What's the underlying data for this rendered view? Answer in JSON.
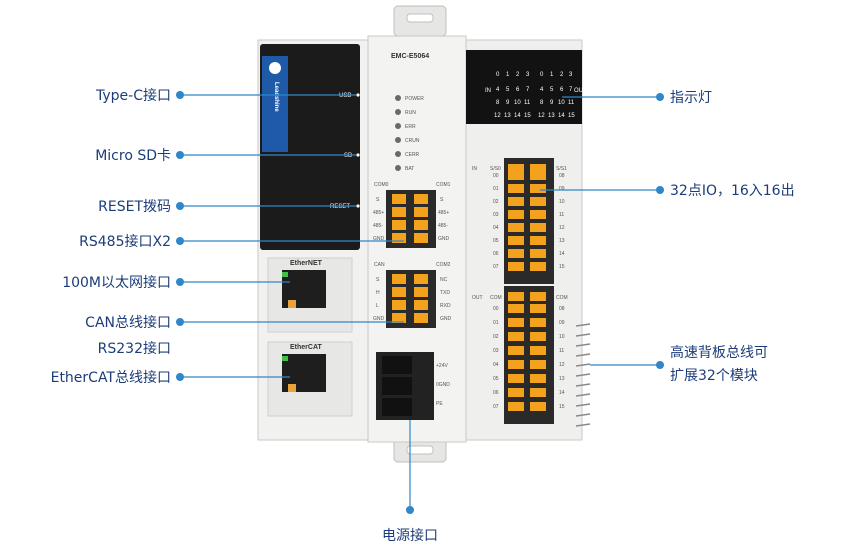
{
  "device": {
    "model": "EMC-E5064",
    "brand": "Leadshine",
    "usb": "USB",
    "sd": "SD",
    "reset": "RESET",
    "leds": [
      "POWER",
      "RUN",
      "ERR",
      "CRUN",
      "CERR",
      "BAT"
    ],
    "com0": "COM0",
    "com1": "COM1",
    "com0_pins": [
      "S",
      "485+",
      "485-",
      "GND"
    ],
    "com1_pins": [
      "S",
      "485+",
      "485-",
      "GND"
    ],
    "can": "CAN",
    "com2": "COM2",
    "can_pins": [
      "S",
      "H",
      "L",
      "GND"
    ],
    "com2_pins": [
      "NC",
      "TXD",
      "RXD",
      "GND"
    ],
    "ethernet": "EtherNET",
    "ethercat": "EtherCAT",
    "power_pins": [
      "+24V",
      "0GND",
      "PE"
    ],
    "in_label": "IN",
    "out_label": "OUT",
    "ss0": "S/S0",
    "ss1": "S/S1",
    "com_label": "COM",
    "in_left": [
      "00",
      "01",
      "02",
      "03",
      "04",
      "05",
      "06",
      "07"
    ],
    "in_right": [
      "08",
      "09",
      "10",
      "11",
      "12",
      "13",
      "14",
      "15"
    ],
    "out_left": [
      "00",
      "01",
      "02",
      "03",
      "04",
      "05",
      "06",
      "07"
    ],
    "out_right": [
      "08",
      "09",
      "10",
      "11",
      "12",
      "13",
      "14",
      "15"
    ],
    "ind_in_row1": [
      "0",
      "1",
      "2",
      "3"
    ],
    "ind_in_row2": [
      "4",
      "5",
      "6",
      "7"
    ],
    "ind_in_row3": [
      "8",
      "9",
      "10",
      "11"
    ],
    "ind_in_row4": [
      "12",
      "13",
      "14",
      "15"
    ],
    "ind_out_row1": [
      "0",
      "1",
      "2",
      "3"
    ],
    "ind_out_row2": [
      "4",
      "5",
      "6",
      "7"
    ],
    "ind_out_row3": [
      "8",
      "9",
      "10",
      "11"
    ],
    "ind_out_row4": [
      "12",
      "13",
      "14",
      "15"
    ]
  },
  "labels": {
    "type_c": "Type-C接口",
    "micro_sd": "Micro SD卡",
    "reset_dip": "RESET拨码",
    "rs485": "RS485接口X2",
    "ethernet_100m": "100M以太网接口",
    "can": "CAN总线接口",
    "rs232": "RS232接口",
    "ethercat": "EtherCAT总线接口",
    "indicator": "指示灯",
    "io32": "32点IO，16入16出",
    "backplane_line1": "高速背板总线可",
    "backplane_line2": "扩展32个模块",
    "power": "电源接口"
  },
  "colors": {
    "accent": "#2f86c9",
    "label_text": "#1c3d7a",
    "terminal_orange": "#f2a21c",
    "device_body": "#f1f1ef",
    "device_dark": "#1b1b1b",
    "brand_blue": "#1f5aa8"
  }
}
